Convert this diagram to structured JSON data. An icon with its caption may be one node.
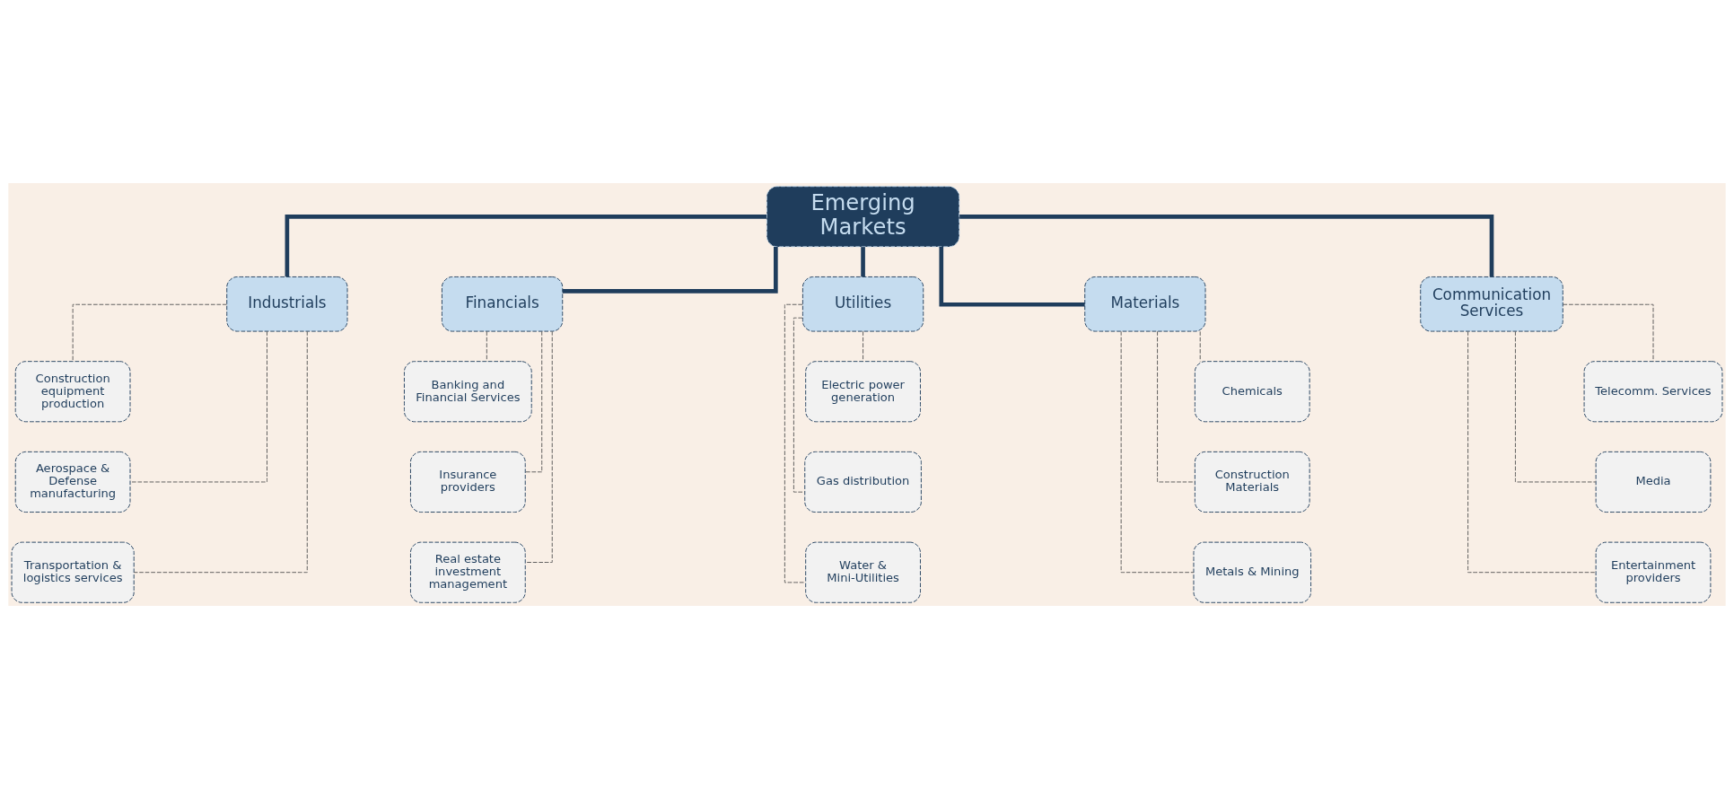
{
  "diagram": {
    "nodes": [
      {
        "text": [
          "Emerging Markets"
        ]
      },
      {
        "text": [
          "Industrials"
        ]
      },
      {
        "text": [
          "Construction equipment production"
        ]
      },
      {
        "text": [
          "Aerospace & Defense manufacturing"
        ]
      },
      {
        "text": [
          "Transportation & logistics services"
        ]
      },
      {
        "text": [
          "Financials"
        ]
      },
      {
        "text": [
          "Banking and Financial Services"
        ]
      },
      {
        "text": [
          "Insurance providers"
        ]
      },
      {
        "text": [
          "Real estate investment management"
        ]
      },
      {
        "text": [
          "Utilities"
        ]
      },
      {
        "text": [
          "Electric power generation"
        ]
      },
      {
        "text": [
          "Gas distribution"
        ]
      },
      {
        "text": [
          "Water & Mini-Utilities"
        ]
      },
      {
        "text": [
          "Materials"
        ]
      },
      {
        "text": [
          "Chemicals"
        ]
      },
      {
        "text": [
          "Construction Materials"
        ]
      },
      {
        "text": [
          "Metals & Mining"
        ]
      },
      {
        "text": [
          "Communication Services"
        ]
      },
      {
        "text": [
          "Telecomm. Services"
        ]
      },
      {
        "text": [
          "Media"
        ]
      },
      {
        "text": [
          "Entertainment providers"
        ]
      }
    ],
    "edges": [
      {
        "from": 0,
        "to": 1,
        "arrow": "none",
        "style": "thick",
        "color": "#1f3d5c"
      },
      {
        "from": 0,
        "to": 5,
        "arrow": "none",
        "style": "thick",
        "color": "#1f3d5c"
      },
      {
        "from": 0,
        "to": 9,
        "arrow": "none",
        "style": "thick",
        "color": "#1f3d5c"
      },
      {
        "from": 0,
        "to": 13,
        "arrow": "none",
        "style": "thick",
        "color": "#1f3d5c"
      },
      {
        "from": 0,
        "to": 17,
        "arrow": "none",
        "style": "thick",
        "color": "#1f3d5c"
      },
      {
        "from": 1,
        "to": 2,
        "arrow": "none",
        "style": "dashed"
      },
      {
        "from": 1,
        "to": 3,
        "arrow": "none",
        "style": "dashed"
      },
      {
        "from": 1,
        "to": 4,
        "arrow": "none",
        "style": "dashed"
      },
      {
        "from": 5,
        "to": 6,
        "arrow": "none",
        "style": "dashed"
      },
      {
        "from": 5,
        "to": 7,
        "arrow": "none",
        "style": "dashed"
      },
      {
        "from": 5,
        "to": 8,
        "arrow": "none",
        "style": "dashed"
      },
      {
        "from": 9,
        "to": 10,
        "arrow": "none",
        "style": "dashed"
      },
      {
        "from": 9,
        "to": 11,
        "arrow": "none",
        "style": "dashed"
      },
      {
        "from": 9,
        "to": 12,
        "arrow": "none",
        "style": "dashed"
      },
      {
        "from": 13,
        "to": 14,
        "arrow": "none",
        "style": "dashed"
      },
      {
        "from": 13,
        "to": 15,
        "arrow": "none",
        "style": "dashed"
      },
      {
        "from": 13,
        "to": 16,
        "arrow": "none",
        "style": "dashed"
      },
      {
        "from": 17,
        "to": 18,
        "arrow": "none",
        "style": "dashed"
      },
      {
        "from": 17,
        "to": 19,
        "arrow": "none",
        "style": "dashed"
      },
      {
        "from": 17,
        "to": 20,
        "arrow": "none",
        "style": "dashed"
      }
    ]
  }
}
